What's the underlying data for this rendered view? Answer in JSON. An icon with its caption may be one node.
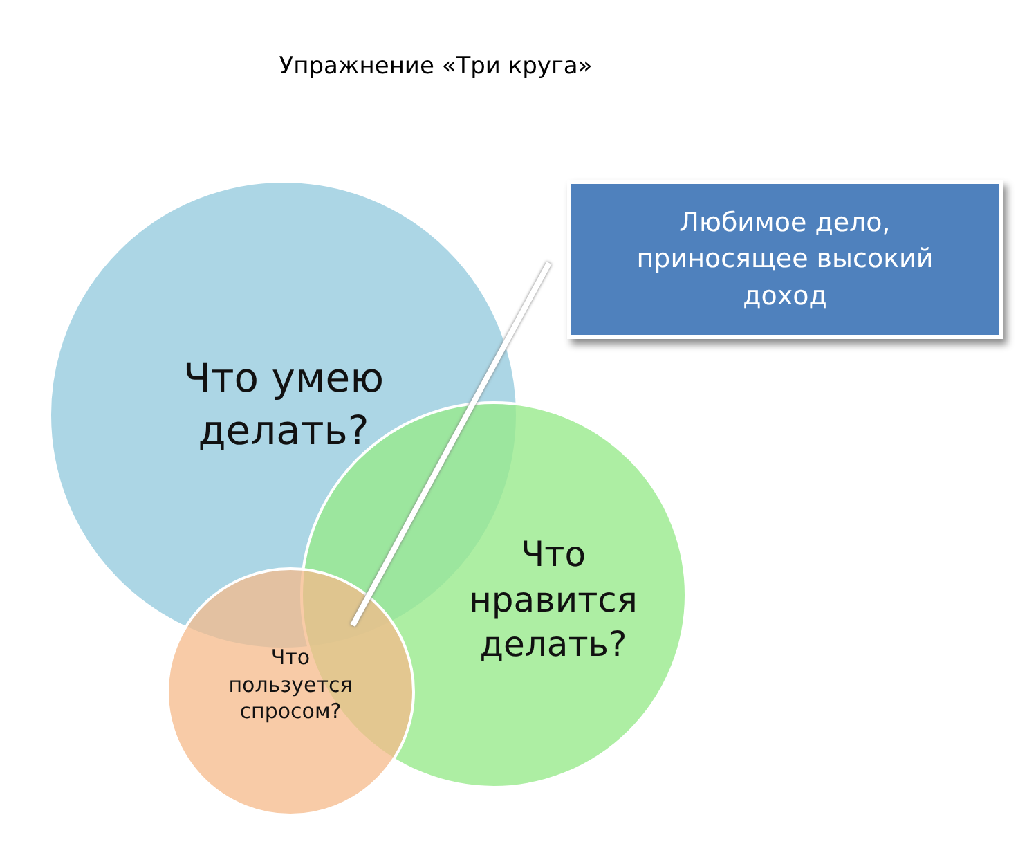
{
  "diagram": {
    "title": "Упражнение «Три круга»",
    "nodes": [
      {
        "text": [
          "Что умею делать?"
        ]
      },
      {
        "text": [
          "Что нравится делать?"
        ]
      },
      {
        "text": [
          "Что пользуется спросом?"
        ]
      },
      {
        "text": [
          "Любимое дело, приносящее высокий доход"
        ]
      }
    ],
    "edges": [
      {
        "from": 3,
        "to": 2,
        "arrow": "none"
      }
    ]
  }
}
